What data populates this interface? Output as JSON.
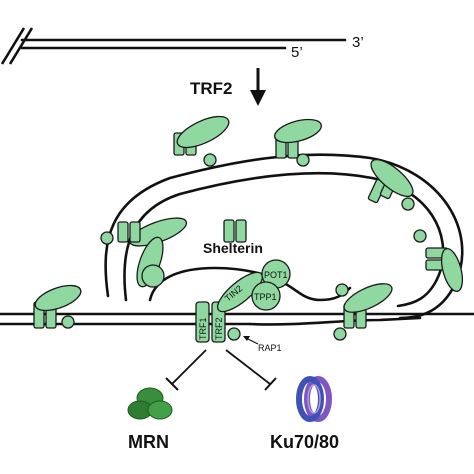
{
  "labels": {
    "end_3": "3’",
    "end_5": "5’",
    "trf2_top": "TRF2",
    "shelterin": "Shelterin",
    "pot1": "POT1",
    "tpp1": "TPP1",
    "tin2": "TIN2",
    "trf1": "TRF1",
    "trf2_small": "TRF2",
    "rap1": "RAP1",
    "mrn": "MRN",
    "ku": "Ku70/80"
  },
  "colors": {
    "protein_fill": "#8fd9a0",
    "outline": "#1a1a1a",
    "dna": "#111111",
    "mrn": "#2e7d32",
    "ku_purple": "#7e57c2",
    "ku_blue": "#3f51b5"
  },
  "icons": [
    "double-slash-break-icon",
    "down-arrow-icon",
    "inhibition-icon",
    "mrn-complex-icon",
    "ku-ring-icon"
  ]
}
